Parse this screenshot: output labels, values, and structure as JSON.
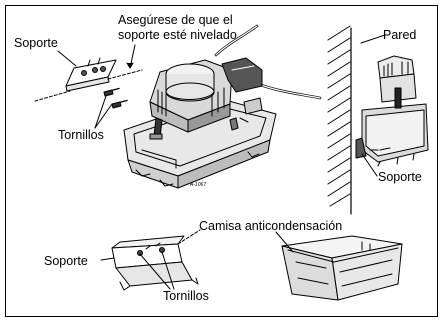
{
  "labels": {
    "soporte_top": "Soporte",
    "nivel_line1": "Asegúrese de que el",
    "nivel_line2": "soporte esté nivelado",
    "pared": "Pared",
    "tornillos_top": "Tornillos",
    "soporte_right": "Soporte",
    "figure_code": "A-1067",
    "camisa": "Camisa anticondensación",
    "soporte_bottom": "Soporte",
    "tornillos_bottom": "Tornillos"
  },
  "colors": {
    "line": "#000000",
    "background": "#ffffff",
    "pump_fill": "#d9d9d9",
    "pump_dark": "#555555"
  }
}
